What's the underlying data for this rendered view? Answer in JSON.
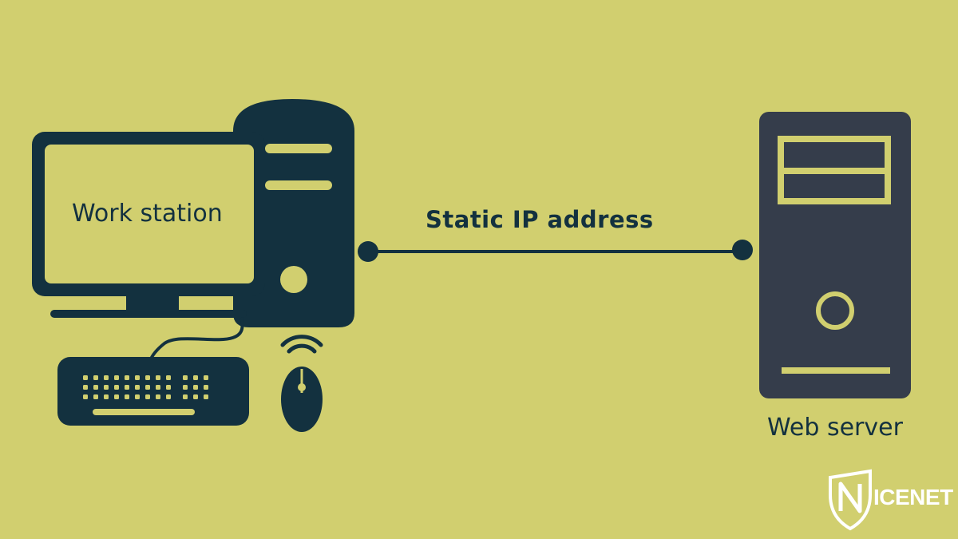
{
  "diagram": {
    "workstation_label": "Work station",
    "connection_label": "Static IP address",
    "server_label": "Web server"
  },
  "brand": {
    "logo_text": "ICENET"
  },
  "colors": {
    "background": "#d1cf6f",
    "device": "#13313f",
    "server": "#353d4b",
    "accent": "#d1cf6f",
    "brand": "#ffffff"
  },
  "icons": [
    "desktop-computer-icon",
    "keyboard-icon",
    "wireless-mouse-icon",
    "server-tower-icon",
    "icenet-logo-icon"
  ]
}
